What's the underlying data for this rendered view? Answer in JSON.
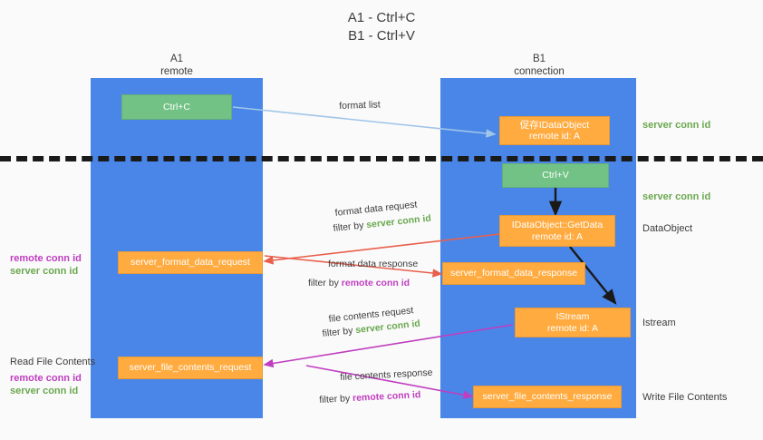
{
  "title": {
    "line1": "A1 - Ctrl+C",
    "line2": "B1 - Ctrl+V"
  },
  "lanes": [
    {
      "name": "A1",
      "subtitle": "remote"
    },
    {
      "name": "B1",
      "subtitle": "connection"
    }
  ],
  "boxes": {
    "ctrl_c": {
      "line1": "Ctrl+C",
      "line2": ""
    },
    "idataobject": {
      "line1": "促存IDataObject",
      "line2": "remote id: A"
    },
    "ctrl_v": {
      "line1": "Ctrl+V",
      "line2": ""
    },
    "getdata": {
      "line1": "IDataObject::GetData",
      "line2": "remote id: A"
    },
    "format_data_request": {
      "line1": "server_format_data_request",
      "line2": ""
    },
    "format_data_response": {
      "line1": "server_format_data_response",
      "line2": ""
    },
    "istream": {
      "line1": "IStream",
      "line2": "remote id: A"
    },
    "file_contents_request": {
      "line1": "server_file_contents_request",
      "line2": ""
    },
    "file_contents_response": {
      "line1": "server_file_contents_response",
      "line2": ""
    }
  },
  "right_labels": {
    "server_conn_id_1": "server conn id",
    "server_conn_id_2": "server conn id",
    "dataobject": "DataObject",
    "istream": "Istream",
    "write_file_contents": "Write File Contents"
  },
  "left_labels": {
    "remote_conn_id_1": "remote conn id",
    "server_conn_id_1": "server conn id",
    "read_file_contents": "Read File Contents",
    "remote_conn_id_2": "remote conn id",
    "server_conn_id_2": "server conn id"
  },
  "edges": {
    "format_list": "format list",
    "format_data_request": "format data request",
    "format_data_request_filter_prefix": "filter by ",
    "format_data_request_filter_key": "server conn id",
    "format_data_response": "format data response",
    "format_data_response_filter_prefix": "filter by ",
    "format_data_response_filter_key": "remote conn id",
    "file_contents_request": "file contents request",
    "file_contents_request_filter_prefix": "filter by ",
    "file_contents_request_filter_key": "server conn id",
    "file_contents_response": "file contents response",
    "file_contents_response_filter_prefix": "filter by ",
    "file_contents_response_filter_key": "remote conn id"
  },
  "colors": {
    "lane": "#4a86e8",
    "orange": "#ffab40",
    "green_box": "#72c285",
    "server_conn_id": "#6aa84f",
    "remote_conn_id": "#c03ec0",
    "arrow_blue": "#9fc5e8",
    "arrow_red": "#e8604c",
    "arrow_magenta": "#c03ec0",
    "arrow_black": "#1a1a1a",
    "background": "#fafafa"
  }
}
